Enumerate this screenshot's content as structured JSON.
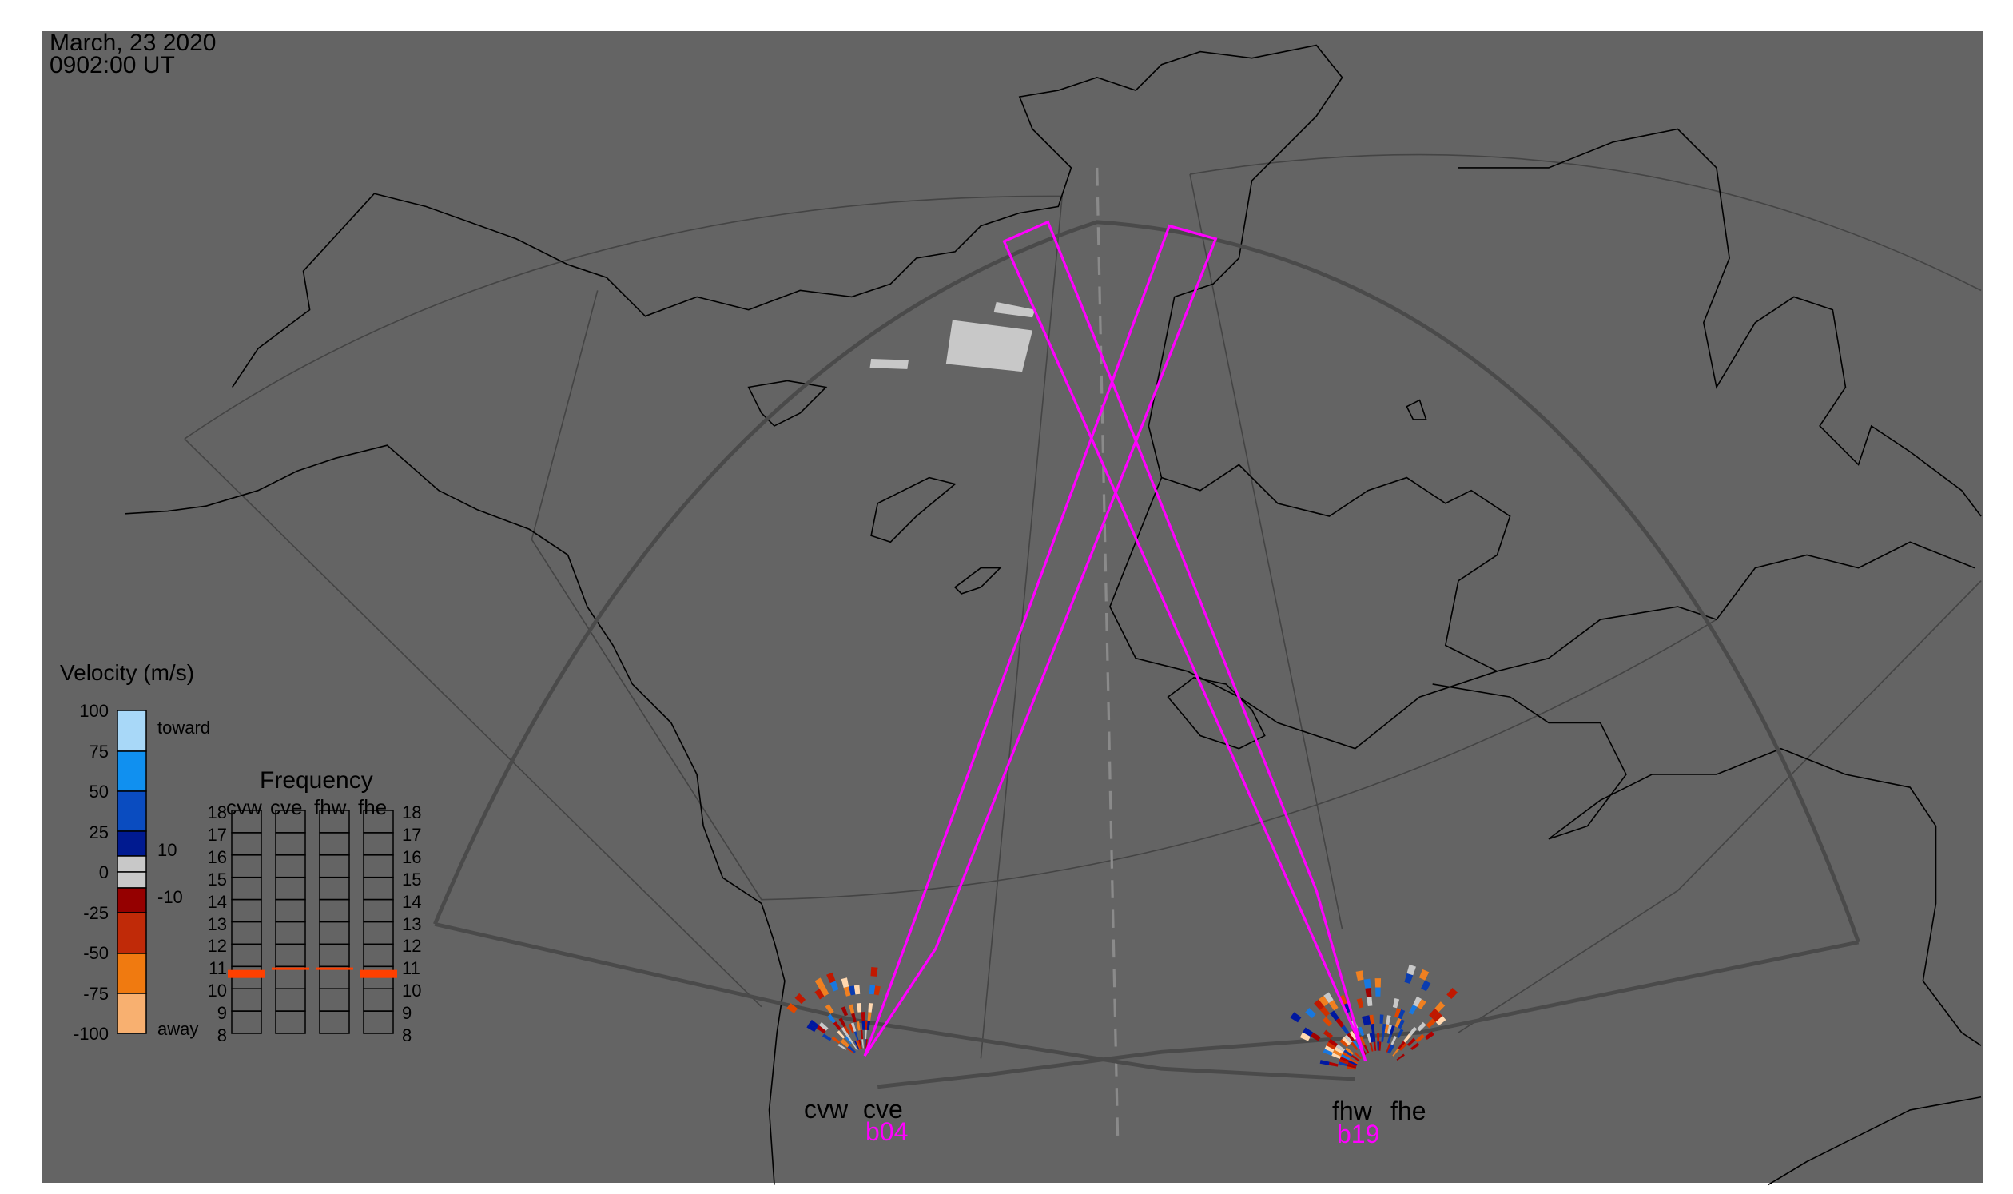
{
  "header": {
    "date": "March, 23 2020",
    "time": "0902:00 UT"
  },
  "velocity_legend": {
    "title": "Velocity (m/s)",
    "ticks": [
      "100",
      "75",
      "50",
      "25",
      "0",
      "-25",
      "-50",
      "-75",
      "-100"
    ],
    "side_labels": {
      "toward": "toward",
      "pos_threshold": "10",
      "neg_threshold": "-10",
      "away": "away"
    },
    "colors": [
      "#a8d8f8",
      "#1090f0",
      "#0a4cc0",
      "#001a90",
      "#c8c8c8",
      "#c8c8c8",
      "#950000",
      "#c02a08",
      "#f07a10",
      "#f8b070"
    ]
  },
  "frequency_panel": {
    "title": "Frequency",
    "radars": [
      "cvw",
      "cve",
      "fhw",
      "fhe"
    ],
    "scale": [
      "18",
      "17",
      "16",
      "15",
      "14",
      "13",
      "12",
      "11",
      "10",
      "9",
      "8"
    ],
    "range_mhz": [
      8,
      18
    ],
    "selected_mhz": {
      "cvw": 10.7,
      "cve": 10.9,
      "fhw": 10.9,
      "fhe": 10.7
    },
    "marker_color": "#ff4000"
  },
  "sites": [
    {
      "name": "cvw"
    },
    {
      "name": "cve"
    },
    {
      "name": "fhw"
    },
    {
      "name": "fhe"
    }
  ],
  "beams": [
    {
      "label": "b04"
    },
    {
      "label": "b19"
    }
  ],
  "colors": {
    "background": "#646464",
    "beam": "#ff00ff",
    "fov": "#4a4a4a",
    "coast": "#000000"
  }
}
